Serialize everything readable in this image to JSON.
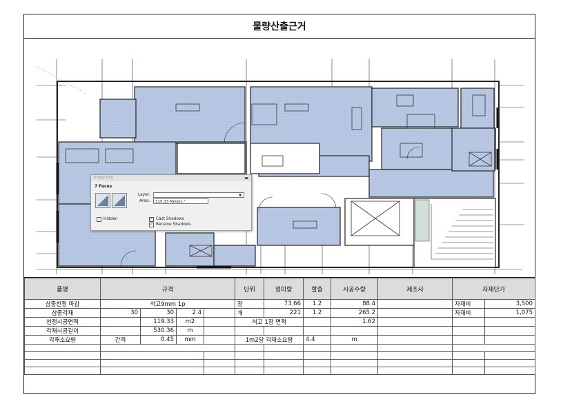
{
  "title": "물량산출근거",
  "entity_info": {
    "window_title": "Entity Info",
    "faces": "7 Faces",
    "layer_label": "Layer:",
    "area_label": "Area:",
    "area_value": "119.33 Meters ²",
    "hidden_label": "Hidden",
    "cast_shadows_label": "Cast Shadows",
    "receive_shadows_label": "Receive Shadows",
    "hidden_checked": false,
    "cast_checked": true,
    "receive_checked": true
  },
  "table": {
    "headers": {
      "item": "품명",
      "spec": "규격",
      "unit": "단위",
      "net_qty": "정미량",
      "surcharge": "할증",
      "work_qty": "시공수량",
      "maker": "제조사",
      "unit_price": "자재단가"
    },
    "row1": {
      "item": "삼중천정 마감",
      "spec": "석고9mm 1p",
      "unit": "장",
      "net": "73.66",
      "sur": "1.2",
      "work": "88.4",
      "price_label": "자재비",
      "price": "3,500"
    },
    "row2": {
      "item": "삼중각재",
      "s1": "30",
      "s2": "30",
      "s3": "2.4",
      "unit": "개",
      "net": "221",
      "sur": "1.2",
      "work": "265.2",
      "price_label": "자재비",
      "price": "1,075"
    },
    "row3": {
      "item": "천정시공면적",
      "value": "119.33",
      "unit": "m2",
      "note": "석고 1장 면적",
      "note_value": "1.62"
    },
    "row4": {
      "item": "각재시공길이",
      "value": "530.36",
      "unit": "m"
    },
    "row5": {
      "item": "각재소요량",
      "label": "간격",
      "value": "0.45",
      "unit": "mm",
      "note": "1m2당 각재소요량",
      "note_value": "4.4",
      "note_unit": "m"
    }
  }
}
